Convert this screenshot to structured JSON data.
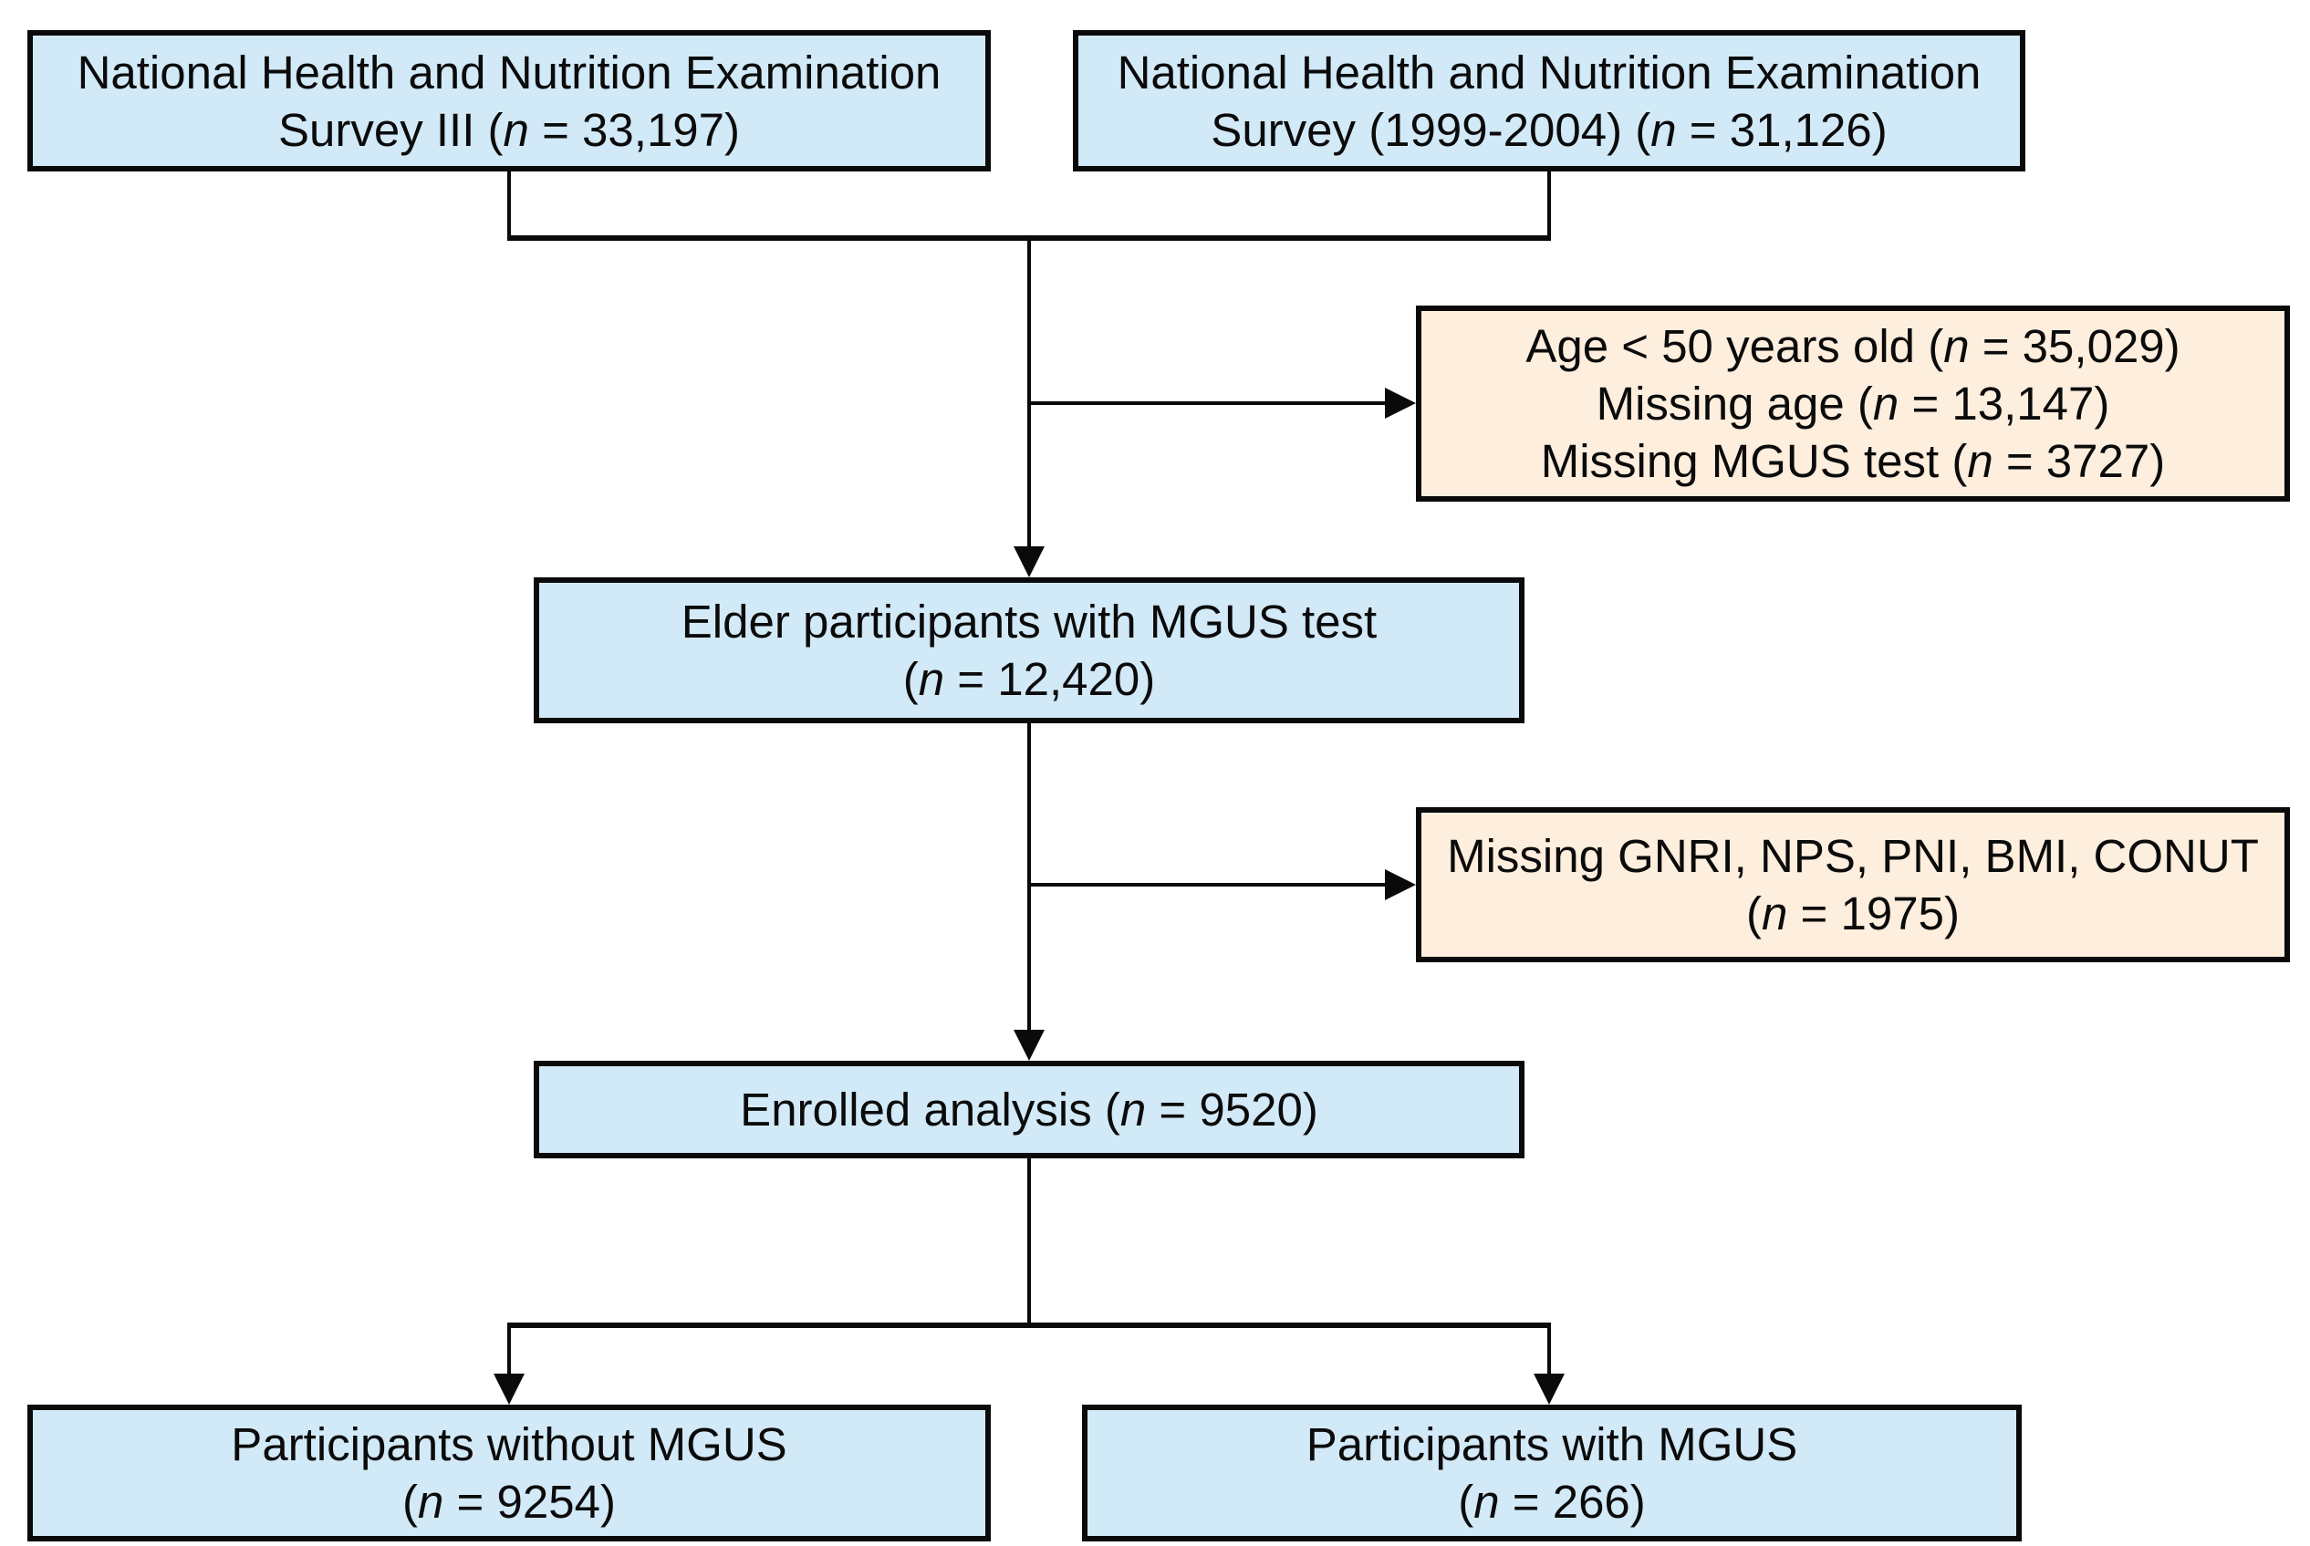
{
  "figure": {
    "type": "flowchart",
    "description": "Participant selection flow diagram"
  },
  "colors": {
    "population_fill": "#d2e9f7",
    "exclusion_fill": "#fdeedd",
    "line_color": "#0a0a0a"
  },
  "boxes": {
    "nhanes3": {
      "lines": [
        {
          "pre": "National Health and Nutrition Examination",
          "n": "",
          "post": ""
        },
        {
          "pre": "Survey III (",
          "n": "n",
          "post": " = 33,197)"
        }
      ]
    },
    "nhanes99": {
      "lines": [
        {
          "pre": "National Health and Nutrition Examination",
          "n": "",
          "post": ""
        },
        {
          "pre": "Survey (1999-2004) (",
          "n": "n",
          "post": " = 31,126)"
        }
      ]
    },
    "excl1": {
      "lines": [
        {
          "pre": "Age < 50 years old (",
          "n": "n",
          "post": " = 35,029)"
        },
        {
          "pre": "Missing age (",
          "n": "n",
          "post": " = 13,147)"
        },
        {
          "pre": "Missing MGUS test (",
          "n": "n",
          "post": " = 3727)"
        }
      ]
    },
    "elder": {
      "lines": [
        {
          "pre": "Elder participants with MGUS test",
          "n": "",
          "post": ""
        },
        {
          "pre": "(",
          "n": "n",
          "post": " = 12,420)"
        }
      ]
    },
    "excl2": {
      "lines": [
        {
          "pre": "Missing GNRI, NPS, PNI, BMI, CONUT",
          "n": "",
          "post": ""
        },
        {
          "pre": "(",
          "n": "n",
          "post": " = 1975)"
        }
      ]
    },
    "enrolled": {
      "lines": [
        {
          "pre": "Enrolled analysis (",
          "n": "n",
          "post": " = 9520)"
        }
      ]
    },
    "no_mgus": {
      "lines": [
        {
          "pre": "Participants without MGUS",
          "n": "",
          "post": ""
        },
        {
          "pre": "(",
          "n": "n",
          "post": " = 9254)"
        }
      ]
    },
    "mgus": {
      "lines": [
        {
          "pre": "Participants with MGUS",
          "n": "",
          "post": ""
        },
        {
          "pre": "(",
          "n": "n",
          "post": " = 266)"
        }
      ]
    }
  }
}
